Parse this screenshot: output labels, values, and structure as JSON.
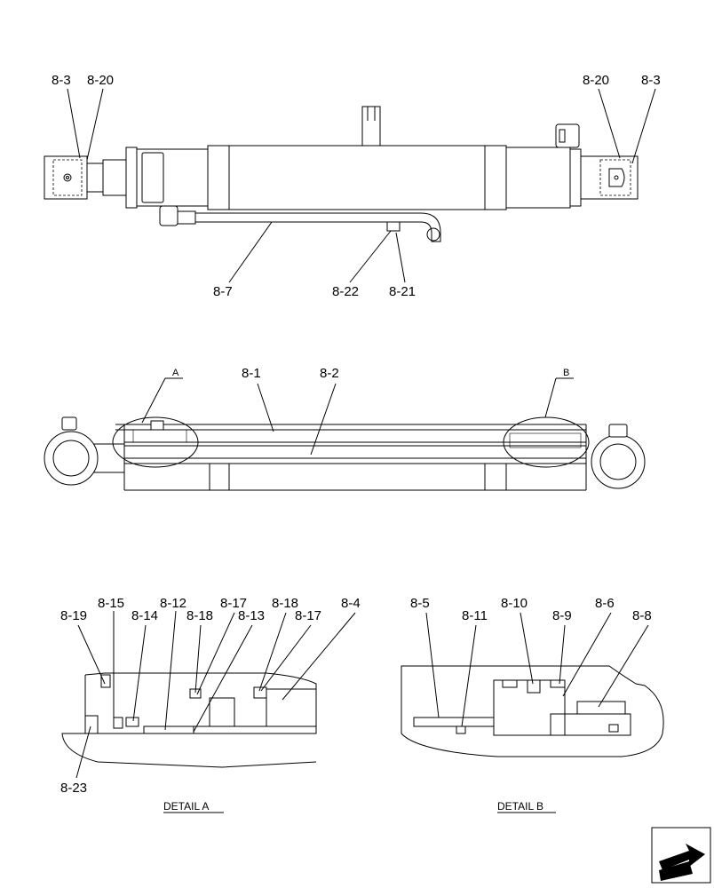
{
  "top_view": {
    "callouts": [
      "8-3",
      "8-20",
      "8-20",
      "8-3",
      "8-7",
      "8-22",
      "8-21"
    ]
  },
  "section_view": {
    "detail_markers": [
      "A",
      "B"
    ],
    "callouts": [
      "8-1",
      "8-2"
    ]
  },
  "detail_a": {
    "caption": "DETAIL  A",
    "callouts": [
      "8-15",
      "8-12",
      "8-17",
      "8-18",
      "8-4",
      "8-19",
      "8-14",
      "8-18",
      "8-13",
      "8-17",
      "8-23"
    ]
  },
  "detail_b": {
    "caption": "DETAIL  B",
    "callouts": [
      "8-5",
      "8-10",
      "8-6",
      "8-11",
      "8-9",
      "8-8"
    ]
  },
  "nav": {
    "icon": "next-page-arrow-icon"
  }
}
